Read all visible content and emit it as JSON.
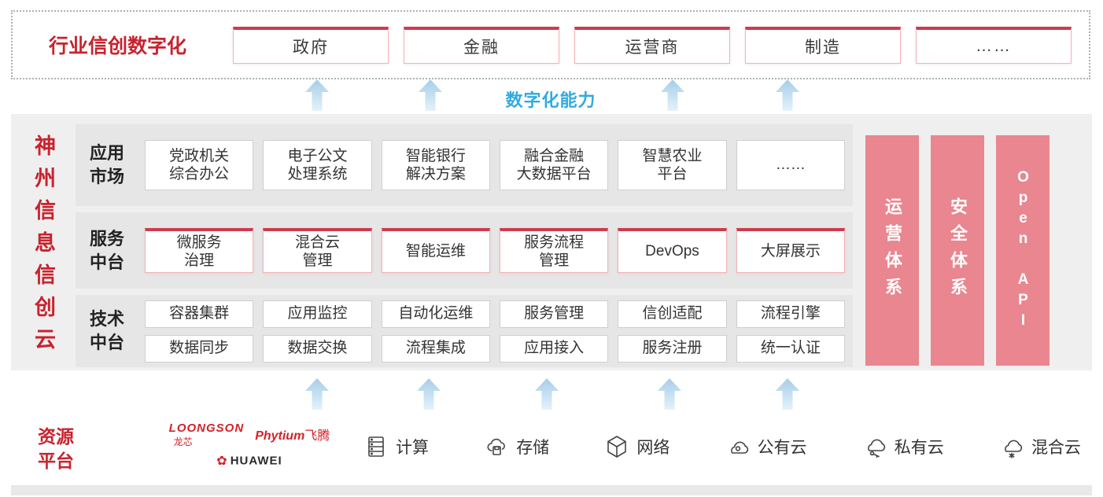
{
  "colors": {
    "red": "#c8232e",
    "pink_bar": "#e9868f",
    "blue": "#31aadf",
    "arrow_blue": "#a6cde9"
  },
  "top": {
    "title": "行业信创数字化",
    "items": [
      "政府",
      "金融",
      "运营商",
      "制造",
      "……"
    ]
  },
  "capability": "数字化能力",
  "main": {
    "vertical_title": "神州信息信创云",
    "rows": [
      {
        "label": "应用\n市场",
        "items": [
          "党政机关\n综合办公",
          "电子公文\n处理系统",
          "智能银行\n解决方案",
          "融合金融\n大数据平台",
          "智慧农业\n平台",
          "……"
        ]
      },
      {
        "label": "服务\n中台",
        "items": [
          "微服务\n治理",
          "混合云\n管理",
          "智能运维",
          "服务流程\n管理",
          "DevOps",
          "大屏展示"
        ]
      },
      {
        "label": "技术\n中台",
        "items_row1": [
          "容器集群",
          "应用监控",
          "自动化运维",
          "服务管理",
          "信创适配",
          "流程引擎"
        ],
        "items_row2": [
          "数据同步",
          "数据交换",
          "流程集成",
          "应用接入",
          "服务注册",
          "统一认证"
        ]
      }
    ],
    "side_bars": [
      "运营体系",
      "安全体系",
      "Open API"
    ]
  },
  "bottom": {
    "title": "资源\n平台",
    "logos": [
      {
        "name": "LOONGSON",
        "sub": "龙芯"
      },
      {
        "name": "Phytium",
        "sub": "飞腾"
      },
      {
        "name": "HUAWEI"
      }
    ],
    "resources": [
      {
        "icon": "compute-icon",
        "label": "计算"
      },
      {
        "icon": "storage-icon",
        "label": "存储"
      },
      {
        "icon": "network-icon",
        "label": "网络"
      },
      {
        "icon": "public-cloud-icon",
        "label": "公有云"
      },
      {
        "icon": "private-cloud-icon",
        "label": "私有云"
      },
      {
        "icon": "hybrid-cloud-icon",
        "label": "混合云"
      }
    ]
  }
}
